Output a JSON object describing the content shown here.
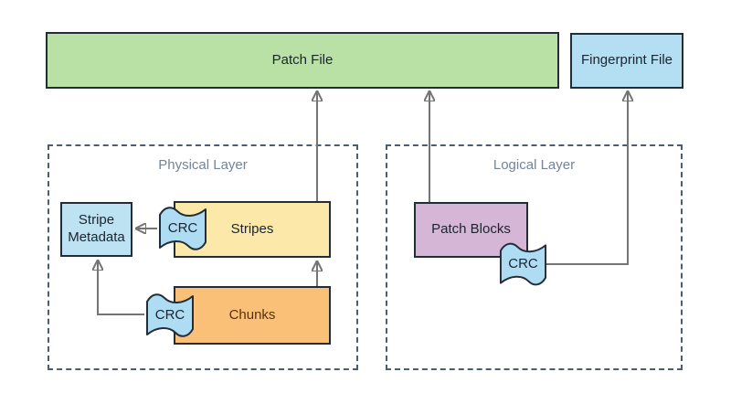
{
  "nodes": {
    "patch_file": {
      "label": "Patch File",
      "fill": "#b9e0a5"
    },
    "fingerprint_file": {
      "label": "Fingerprint File",
      "fill": "#b4def2"
    },
    "stripe_metadata": {
      "label": "Stripe Metadata",
      "fill": "#bde3f2"
    },
    "stripes": {
      "label": "Stripes",
      "fill": "#fce9a9"
    },
    "chunks": {
      "label": "Chunks",
      "fill": "#fac077"
    },
    "patch_blocks": {
      "label": "Patch Blocks",
      "fill": "#d6b6d6"
    }
  },
  "containers": {
    "physical_layer": {
      "label": "Physical Layer"
    },
    "logical_layer": {
      "label": "Logical Layer"
    }
  },
  "crc_flags": [
    {
      "label": "CRC",
      "attached_to": "Stripes"
    },
    {
      "label": "CRC",
      "attached_to": "Chunks"
    },
    {
      "label": "CRC",
      "attached_to": "Patch Blocks"
    }
  ],
  "edges": [
    {
      "from": "Stripes",
      "to": "Patch File"
    },
    {
      "from": "Patch Blocks",
      "to": "Patch File"
    },
    {
      "from": "Patch Blocks CRC",
      "to": "Fingerprint File"
    },
    {
      "from": "Stripes CRC",
      "to": "Stripe Metadata"
    },
    {
      "from": "Chunks CRC",
      "to": "Stripe Metadata"
    },
    {
      "from": "Chunks",
      "to": "Stripes"
    }
  ],
  "colors": {
    "arrow": "#747474",
    "container_border": "#4a5d73",
    "container_label": "#73849b",
    "node_border": "#232d38",
    "flag_fill": "#aedcf2",
    "background": "#ffffff"
  }
}
